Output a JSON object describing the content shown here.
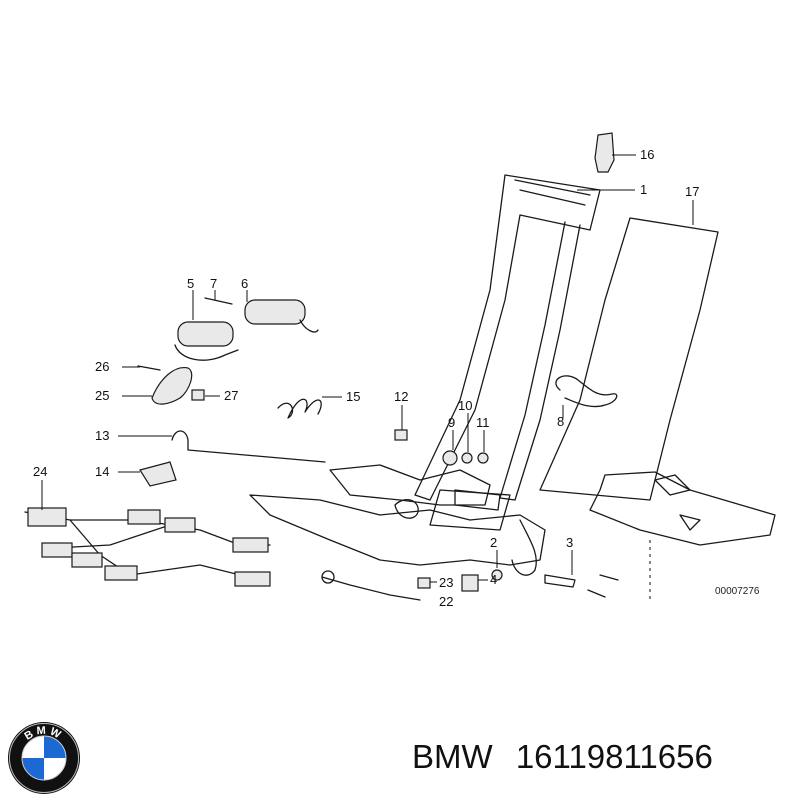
{
  "diagram": {
    "drawing_code": "00007276",
    "callouts": [
      "1",
      "2",
      "3",
      "4",
      "5",
      "6",
      "7",
      "8",
      "9",
      "10",
      "11",
      "12",
      "13",
      "14",
      "15",
      "16",
      "17",
      "23",
      "24",
      "25",
      "26",
      "27",
      "22"
    ]
  },
  "logo": {
    "icon": "bmw-roundel-icon",
    "text": "BMW",
    "colors": {
      "ring": "#111111",
      "blue": "#1c69d4",
      "white": "#ffffff"
    }
  },
  "caption": {
    "brand": "BMW",
    "part_number": "16119811656"
  }
}
